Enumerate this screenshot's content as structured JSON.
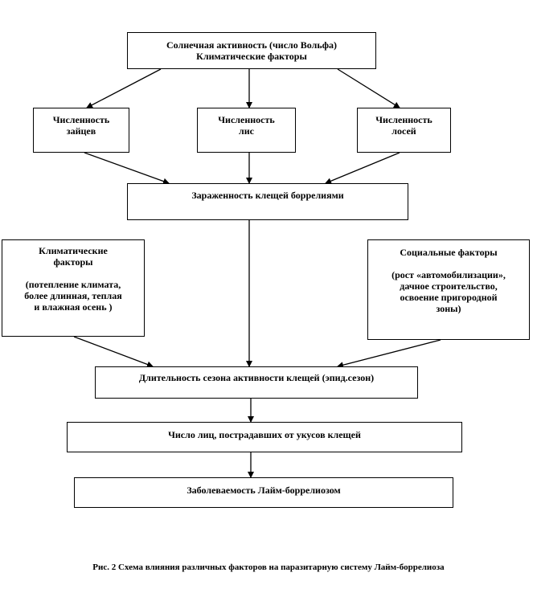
{
  "nodes": {
    "solar": {
      "line1": "Солнечная активность (число Вольфа)",
      "line2": "Климатические факторы"
    },
    "hares": {
      "line1": "Численность",
      "line2": "зайцев"
    },
    "lynx": {
      "line1": "Численность",
      "line2": "лис"
    },
    "moose": {
      "line1": "Численность",
      "line2": "лосей"
    },
    "tick_infection": {
      "line1": "Зараженность клещей боррелиями"
    },
    "climate": {
      "line1": "Климатические",
      "line2": "факторы",
      "line3": "(потепление климата,",
      "line4": "более длинная, теплая",
      "line5": "и влажная осень )"
    },
    "social": {
      "line1": "Социальные факторы",
      "line2": "(рост «автомобилизации»,",
      "line3": "дачное строительство,",
      "line4": "освоение пригородной",
      "line5": "зоны)"
    },
    "season": {
      "line1": "Длительность сезона активности клещей (эпид.сезон)"
    },
    "bitten": {
      "line1": "Число лиц, пострадавших от укусов клещей"
    },
    "morbidity": {
      "line1": "Заболеваемость Лайм-боррелиозом"
    }
  },
  "caption": "Рис. 2 Схема влияния различных факторов на паразитарную систему Лайм-боррелиоза"
}
